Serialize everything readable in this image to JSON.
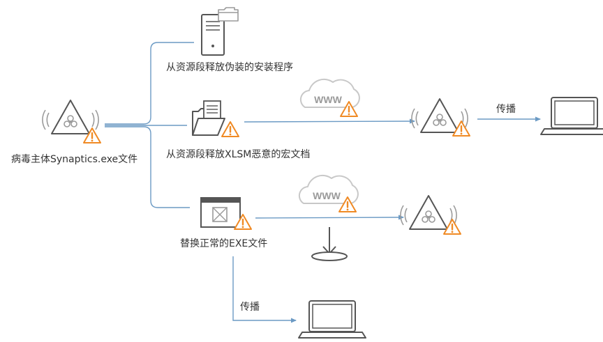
{
  "colors": {
    "connector": "#6b9ac4",
    "icon_stroke": "#555555",
    "icon_light": "#9a9a9a",
    "cloud": "#c8c8c8",
    "warning": "#f08a24",
    "text": "#333333"
  },
  "nodes": {
    "main": {
      "label": "病毒主体Synaptics.exe文件"
    },
    "release_installer": {
      "label": "从资源段释放伪装的安装程序"
    },
    "release_xlsm": {
      "label": "从资源段释放XLSM恶意的宏文档"
    },
    "replace_exe": {
      "label": "替换正常的EXE文件"
    }
  },
  "clouds": {
    "upper": {
      "text": "WWW"
    },
    "lower": {
      "text": "WWW"
    }
  },
  "edges": {
    "spread_upper": {
      "label": "传播"
    },
    "spread_lower": {
      "label": "传播"
    }
  }
}
